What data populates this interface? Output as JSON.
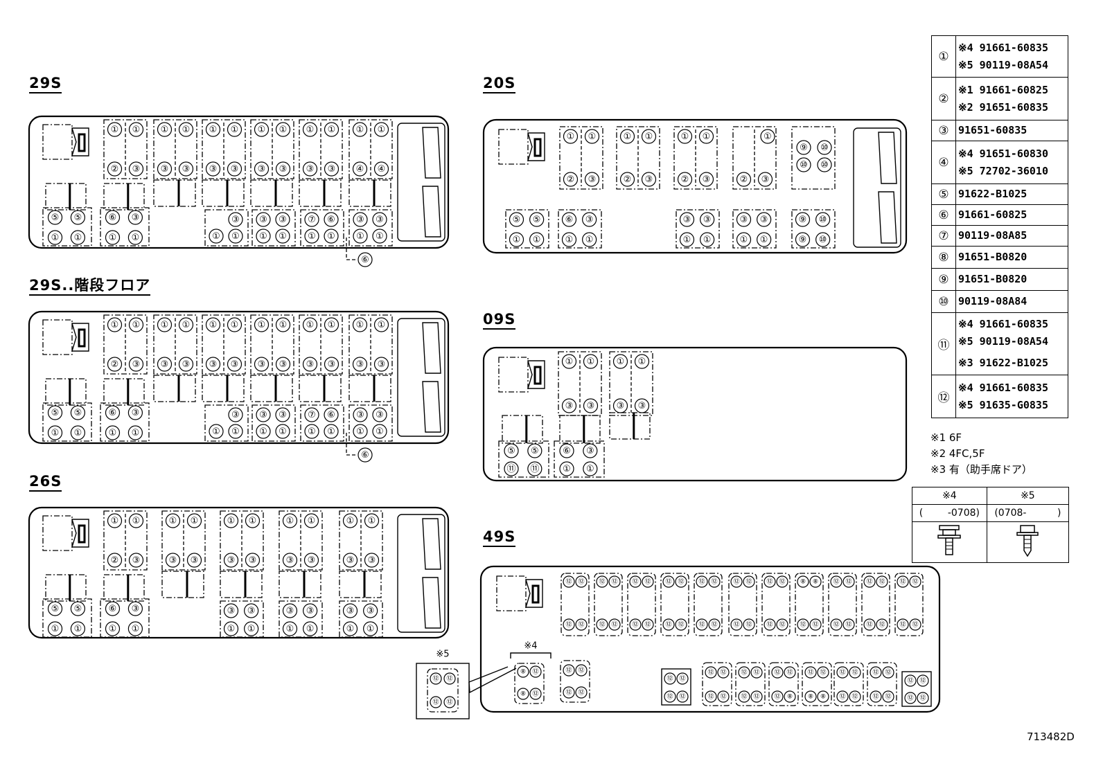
{
  "sections": [
    {
      "id": "29S",
      "label": "29S"
    },
    {
      "id": "29S-step",
      "label": "29S..階段フロア"
    },
    {
      "id": "26S",
      "label": "26S"
    },
    {
      "id": "20S",
      "label": "20S"
    },
    {
      "id": "09S",
      "label": "09S"
    },
    {
      "id": "49S",
      "label": "49S"
    }
  ],
  "parts": [
    {
      "num": "①",
      "lines": [
        "※4 91661-60835",
        "※5 90119-08A54"
      ]
    },
    {
      "num": "②",
      "lines": [
        "※1 91661-60825",
        "※2 91651-60835"
      ]
    },
    {
      "num": "③",
      "lines": [
        "91651-60835"
      ]
    },
    {
      "num": "④",
      "lines": [
        "※4 91651-60830",
        "※5 72702-36010"
      ]
    },
    {
      "num": "⑤",
      "lines": [
        "91622-B1025"
      ]
    },
    {
      "num": "⑥",
      "lines": [
        "91661-60825"
      ]
    },
    {
      "num": "⑦",
      "lines": [
        "90119-08A85"
      ]
    },
    {
      "num": "⑧",
      "lines": [
        "91651-B0820"
      ]
    },
    {
      "num": "⑨",
      "lines": [
        "91651-B0820"
      ]
    },
    {
      "num": "⑩",
      "lines": [
        "90119-08A84"
      ]
    },
    {
      "num": "⑪",
      "lines": [
        "※4 91661-60835",
        "※5 90119-08A54",
        "※3 91622-B1025"
      ]
    },
    {
      "num": "⑫",
      "lines": [
        "※4 91661-60835",
        "※5 91635-G0835"
      ]
    }
  ],
  "notes": [
    "※1  6F",
    "※2  4FC,5F",
    "※3  有（助手席ドア）"
  ],
  "variants": {
    "headers": [
      "※4",
      "※5"
    ],
    "ranges": [
      "(        -0708)",
      "(0708-          )"
    ]
  },
  "callouts": {
    "six": "⑥",
    "star4": "※4",
    "star5": "※5"
  },
  "figure_id": "713482D"
}
